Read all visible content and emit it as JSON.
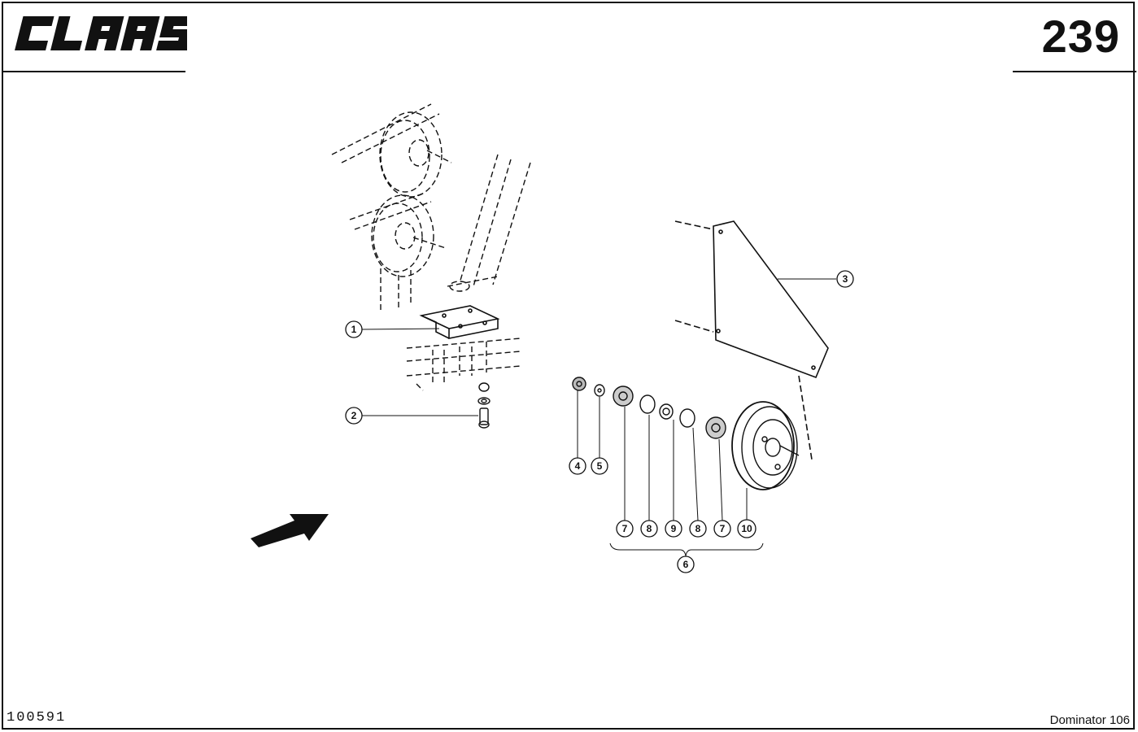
{
  "header": {
    "brand": "CLAAS",
    "page_number": "239"
  },
  "footer": {
    "document_code": "100591",
    "model": "Dominator 106"
  },
  "callouts": {
    "c1": "1",
    "c2": "2",
    "c3": "3",
    "c4": "4",
    "c5": "5",
    "c6": "6",
    "c7a": "7",
    "c8a": "8",
    "c9": "9",
    "c8b": "8",
    "c7b": "7",
    "c10": "10"
  },
  "icons": {
    "logo": "claas-logo-icon",
    "arrow": "direction-arrow-icon"
  },
  "colors": {
    "ink": "#111111",
    "paper": "#ffffff"
  }
}
